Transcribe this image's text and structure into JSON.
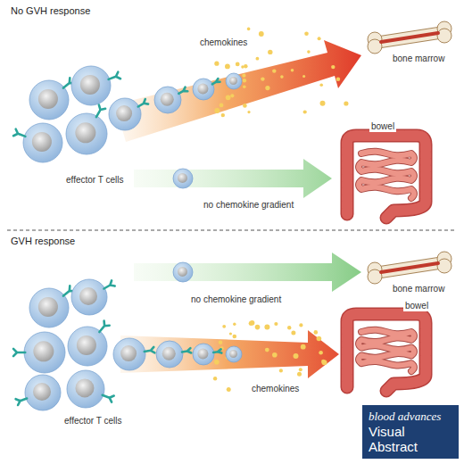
{
  "diagram": {
    "nodes": [
      {
        "text": [
          "blood advances",
          "Visual Abstract"
        ]
      }
    ],
    "labels": [
      "No GVH response",
      "chemokines",
      "bone marrow",
      "effector T cells",
      "no chemokine gradient",
      "bowel",
      "GVH response",
      "no chemokine gradient",
      "bone marrow",
      "effector T cells",
      "chemokines",
      "bowel"
    ]
  }
}
